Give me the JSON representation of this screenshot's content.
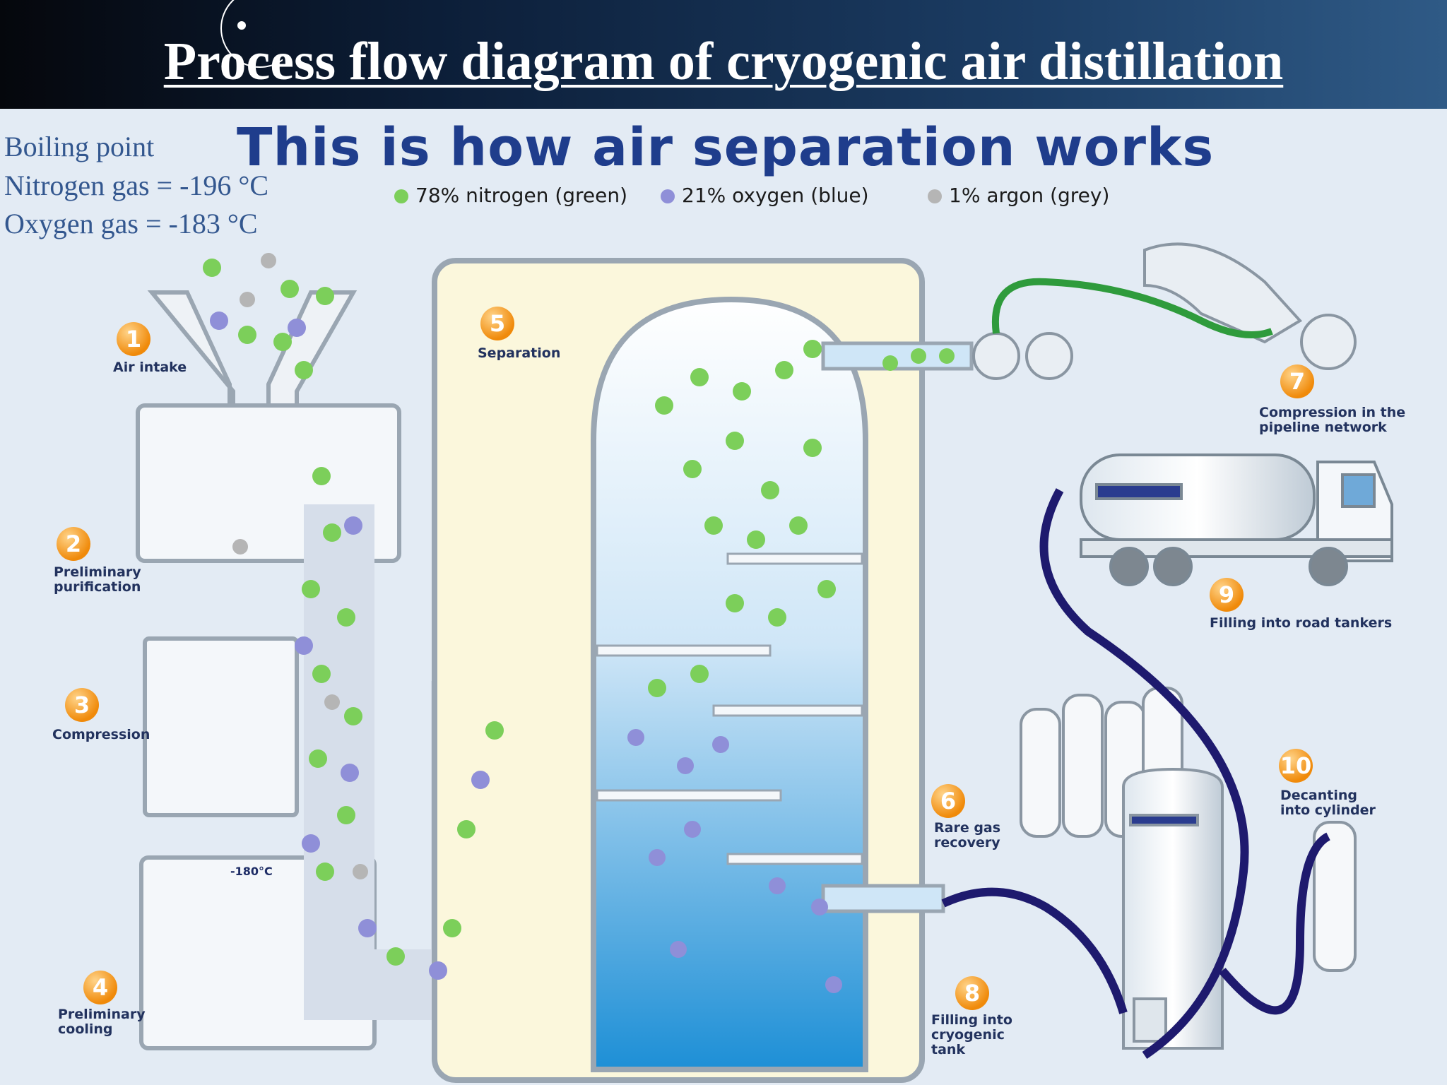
{
  "header": {
    "title": "Process flow diagram of cryogenic air distillation"
  },
  "infographic": {
    "title": "This is how air separation works"
  },
  "boiling_points": {
    "heading": "Boiling point",
    "nitrogen": "Nitrogen gas = -196 °C",
    "oxygen": "Oxygen gas = -183 °C"
  },
  "legend": [
    {
      "label": "78% nitrogen (green)",
      "color": "#7ccf5a"
    },
    {
      "label": "21% oxygen (blue)",
      "color": "#8f8fd8"
    },
    {
      "label": "1% argon (grey)",
      "color": "#b5b5b5"
    }
  ],
  "steps": [
    {
      "number": "1",
      "label": "Air intake"
    },
    {
      "number": "2",
      "label": "Preliminary purification"
    },
    {
      "number": "3",
      "label": "Compression"
    },
    {
      "number": "4",
      "label": "Preliminary cooling"
    },
    {
      "number": "5",
      "label": "Separation"
    },
    {
      "number": "6",
      "label": "Rare gas recovery"
    },
    {
      "number": "7",
      "label": "Compression in the pipeline network"
    },
    {
      "number": "8",
      "label": "Filling into cryogenic tank"
    },
    {
      "number": "9",
      "label": "Filling into road tankers"
    },
    {
      "number": "10",
      "label": "Decanting into cylinder"
    }
  ],
  "cooler_readout": "-180°C",
  "colors": {
    "nitrogen": "#7ccf5a",
    "oxygen": "#8f8fd8",
    "argon": "#b5b5b5",
    "badge": "#f08a0a",
    "hose_blue": "#1e1a6e",
    "hose_green": "#2f9b3c"
  }
}
